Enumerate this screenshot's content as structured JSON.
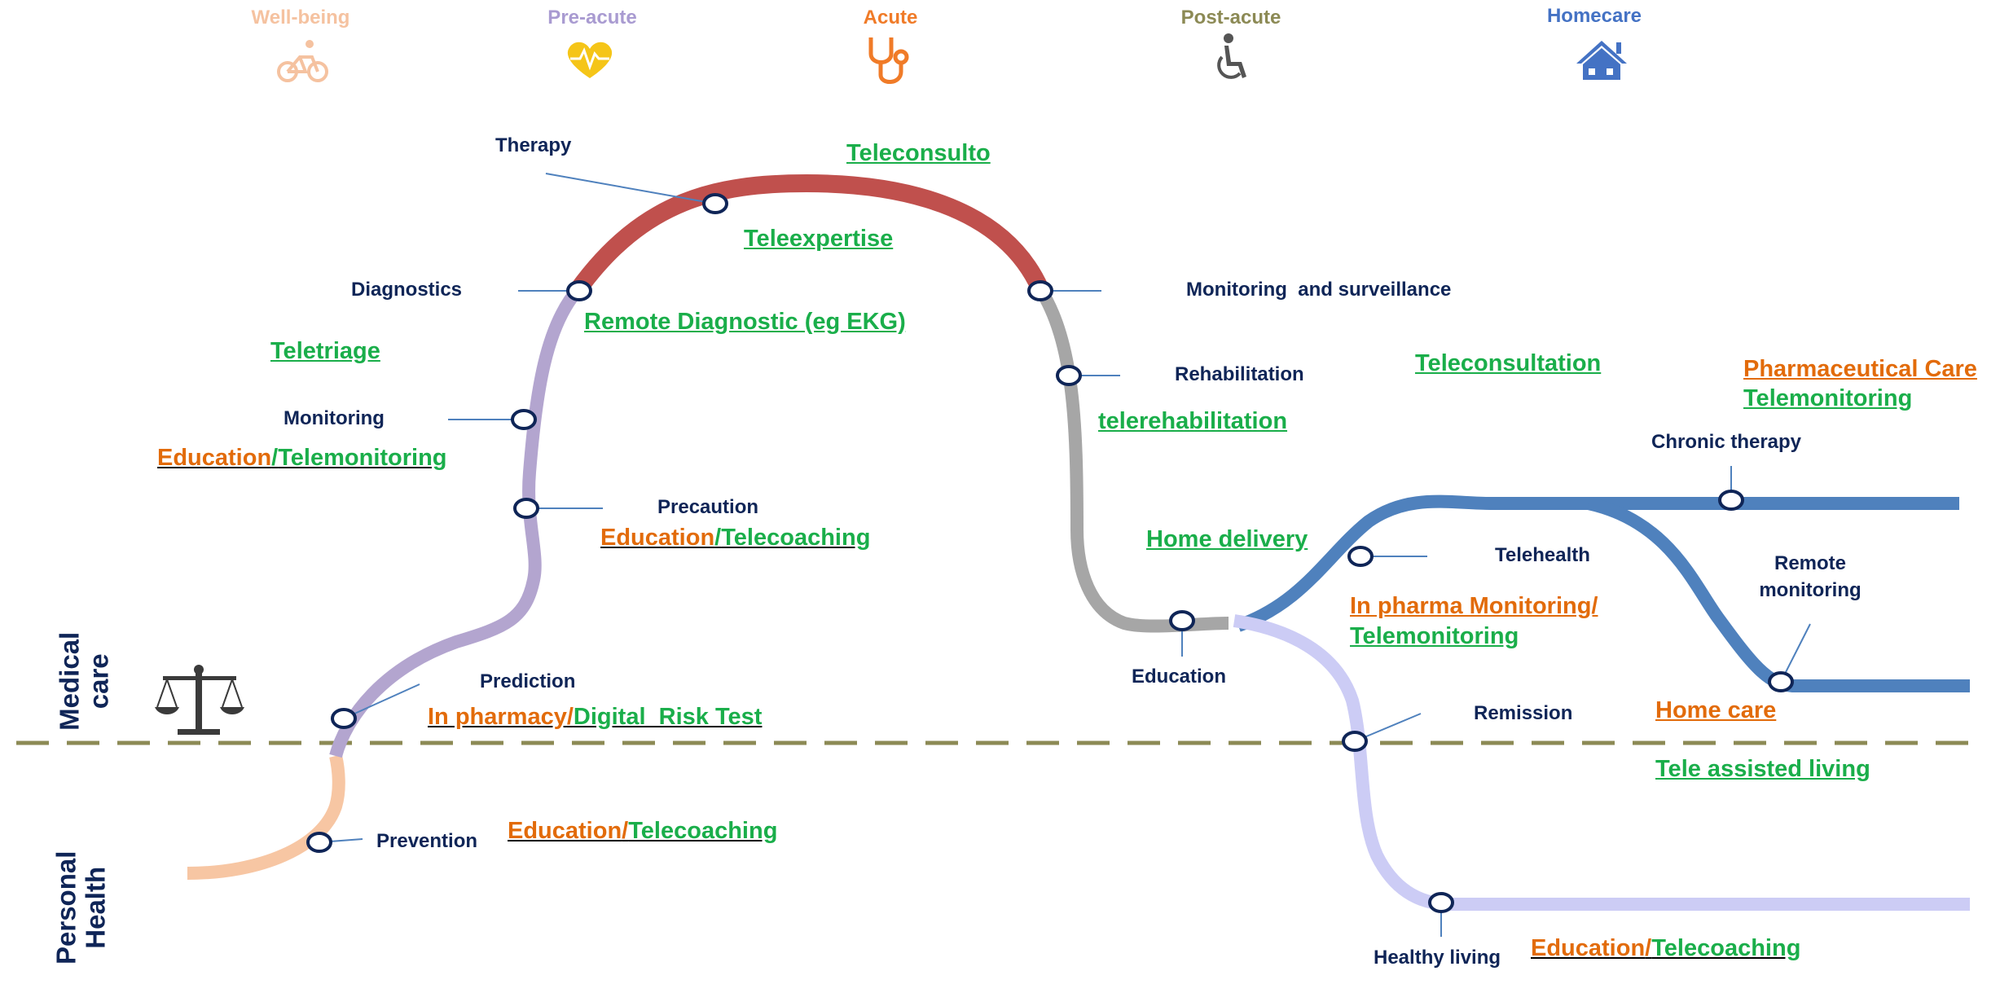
{
  "colors": {
    "wellbeing": "#f7c6a3",
    "preacute": "#b3a5cf",
    "acute": "#c0504d",
    "postacute": "#a6a6a6",
    "homecare": "#4f81bd",
    "remission": "#ccccf5",
    "node_stroke": "#0f2557",
    "leader": "#4f81bd",
    "dash": "#8c8a55",
    "service_green": "#1aae4a",
    "service_orange": "#e26b0a",
    "phase_wellbeing": "#f5c2a0",
    "phase_preacute": "#a99bd1",
    "phase_acute": "#f07b28",
    "phase_postacute": "#8c8a55",
    "phase_homecare": "#4472c4"
  },
  "phases": [
    {
      "label": "Well-being",
      "icon": "bicycle-icon"
    },
    {
      "label": "Pre-acute",
      "icon": "heartbeat-icon"
    },
    {
      "label": "Acute",
      "icon": "stethoscope-icon"
    },
    {
      "label": "Post-acute",
      "icon": "wheelchair-icon"
    },
    {
      "label": "Homecare",
      "icon": "house-icon"
    }
  ],
  "axis": {
    "medical": "Medical care",
    "personal": "Personal Health",
    "balance_icon": "balance-scale-icon"
  },
  "nodes": {
    "therapy": "Therapy",
    "diagnostics": "Diagnostics",
    "monitoring": "Monitoring",
    "precaution": "Precaution",
    "prediction": "Prediction",
    "prevention": "Prevention",
    "monitoring_surveillance": "Monitoring  and surveillance",
    "rehabilitation": "Rehabilitation",
    "education": "Education",
    "telehealth": "Telehealth",
    "chronic_therapy": "Chronic therapy",
    "remote_monitoring": "Remote monitoring",
    "remission": "Remission",
    "healthy_living": "Healthy living"
  },
  "services": {
    "teleconsulto": "Teleconsulto",
    "teleexpertise": "Teleexpertise",
    "remote_diagnostic": "Remote Diagnostic (eg EKG)",
    "teletriage": "Teletriage",
    "monitoring_edu": "Education",
    "monitoring_sep": "/",
    "monitoring_tele": "Telemonitoring",
    "precaution_edu": "Education",
    "precaution_sep": "/",
    "precaution_tele": "Telecoaching",
    "prediction_pharm": "In pharmacy",
    "prediction_sep": "/",
    "prediction_risk": "Digital  Risk Test",
    "prevention_edu": "Education",
    "prevention_sep": "/",
    "prevention_tele": "Telecoaching",
    "telerehabilitation": "telerehabilitation",
    "teleconsultation": "Teleconsultation",
    "home_delivery": "Home delivery",
    "pharma_monitoring": "In pharma Monitoring/",
    "telemonitoring_2": "Telemonitoring",
    "pharma_care": "Pharmaceutical Care",
    "telemonitoring_3": "Telemonitoring",
    "home_care": "Home care",
    "tele_assisted": "Tele assisted living",
    "healthy_edu": "Education",
    "healthy_sep": "/",
    "healthy_tele": "Telecoaching"
  }
}
